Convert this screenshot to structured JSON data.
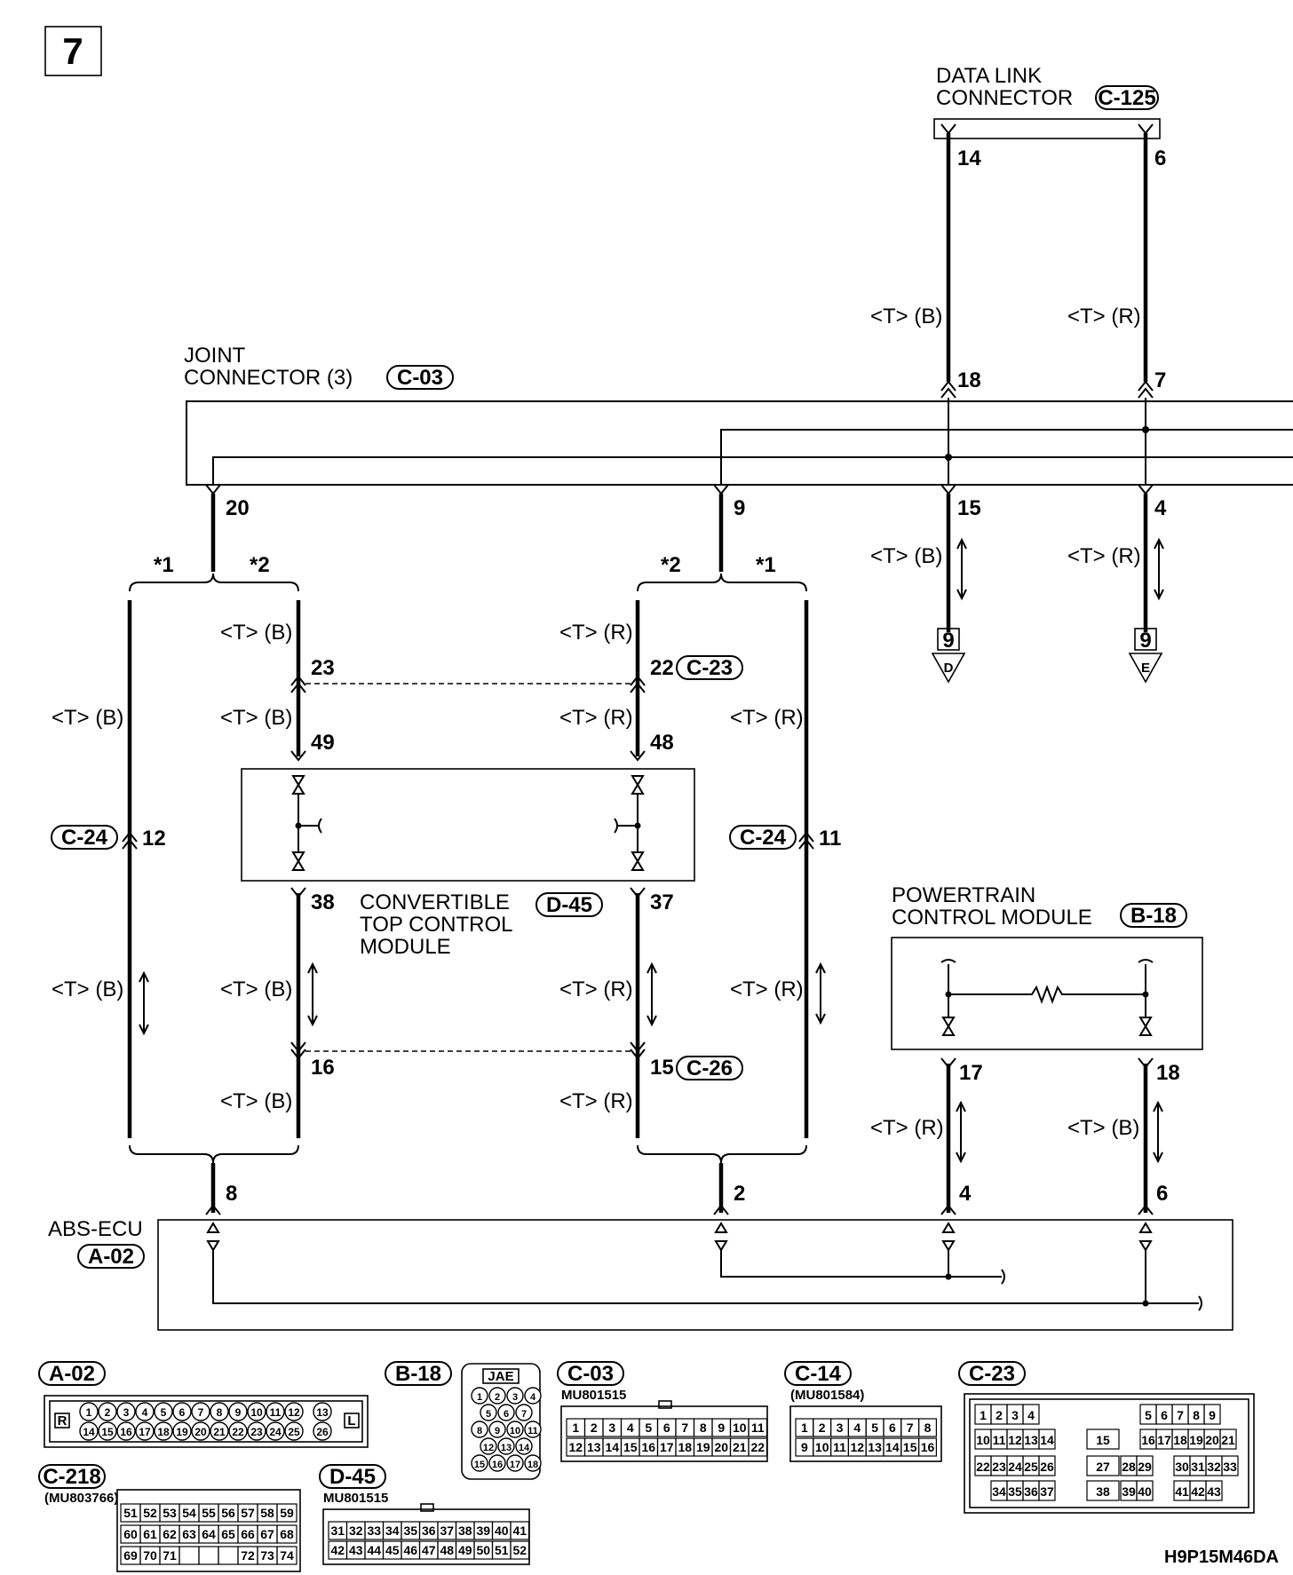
{
  "page_number": "7",
  "figure_code": "H9P15M46DA",
  "connectors": {
    "data_link": {
      "name_line1": "DATA LINK",
      "name_line2": "CONNECTOR",
      "code": "C-125"
    },
    "joint": {
      "name_line1": "JOINT",
      "name_line2": "CONNECTOR (3)",
      "code": "C-03"
    },
    "convertible": {
      "name_line1": "CONVERTIBLE",
      "name_line2": "TOP CONTROL",
      "name_line3": "MODULE",
      "code": "D-45"
    },
    "powertrain": {
      "name_line1": "POWERTRAIN",
      "name_line2": "CONTROL MODULE",
      "code": "B-18"
    },
    "abs": {
      "name": "ABS-ECU",
      "code": "A-02"
    },
    "c23": {
      "code": "C-23"
    },
    "c24": {
      "code": "C-24"
    },
    "c26": {
      "code": "C-26"
    }
  },
  "wire_labels": {
    "tb": "<T> (B)",
    "tr": "<T> (R)"
  },
  "notes": {
    "star1": "*1",
    "star2": "*2"
  },
  "pins": {
    "p14": "14",
    "p6": "6",
    "p18": "18",
    "p7": "7",
    "p20": "20",
    "p9": "9",
    "p15": "15",
    "p4": "4",
    "p23": "23",
    "p22": "22",
    "p49": "49",
    "p48": "48",
    "p12": "12",
    "p11": "11",
    "p38": "38",
    "p37": "37",
    "p16": "16",
    "p17": "17",
    "p8": "8",
    "p2": "2"
  },
  "continuations": {
    "d": {
      "page": "9",
      "letter": "D"
    },
    "e": {
      "page": "9",
      "letter": "E"
    }
  },
  "connector_faces": {
    "a02": {
      "code": "A-02",
      "row1": [
        "1",
        "2",
        "3",
        "4",
        "5",
        "6",
        "7",
        "8",
        "9",
        "10",
        "11",
        "12",
        "13"
      ],
      "row2": [
        "14",
        "15",
        "16",
        "17",
        "18",
        "19",
        "20",
        "21",
        "22",
        "23",
        "24",
        "25",
        "26"
      ],
      "left_mark": "R",
      "right_mark": "L"
    },
    "b18": {
      "code": "B-18",
      "maker": "JAE",
      "rows": [
        [
          "1",
          "2",
          "3",
          "4"
        ],
        [
          "5",
          "6",
          "7"
        ],
        [
          "8",
          "9",
          "10",
          "11"
        ],
        [
          "12",
          "13",
          "14"
        ],
        [
          "15",
          "16",
          "17",
          "18"
        ]
      ]
    },
    "c03": {
      "code": "C-03",
      "part": "MU801515",
      "row1": [
        "1",
        "2",
        "3",
        "4",
        "5",
        "6",
        "7",
        "8",
        "9",
        "10",
        "11"
      ],
      "row2": [
        "12",
        "13",
        "14",
        "15",
        "16",
        "17",
        "18",
        "19",
        "20",
        "21",
        "22"
      ]
    },
    "c14": {
      "code": "C-14",
      "part": "(MU801584)",
      "row1": [
        "1",
        "2",
        "3",
        "4",
        "5",
        "6",
        "7",
        "8"
      ],
      "row2": [
        "9",
        "10",
        "11",
        "12",
        "13",
        "14",
        "15",
        "16"
      ]
    },
    "c23": {
      "code": "C-23",
      "r1a": [
        "1",
        "2",
        "3",
        "4"
      ],
      "r1b": [
        "5",
        "6",
        "7",
        "8",
        "9"
      ],
      "r2a": [
        "10",
        "11",
        "12",
        "13",
        "14"
      ],
      "r2m": "15",
      "r2b": [
        "16",
        "17",
        "18",
        "19",
        "20",
        "21"
      ],
      "r3a": [
        "22",
        "23",
        "24",
        "25",
        "26"
      ],
      "r3m1": "27",
      "r3m2": [
        "28",
        "29"
      ],
      "r3b": [
        "30",
        "31",
        "32",
        "33"
      ],
      "r4a": [
        "34",
        "35",
        "36",
        "37"
      ],
      "r4m1": "38",
      "r4m2": [
        "39",
        "40"
      ],
      "r4b": [
        "41",
        "42",
        "43"
      ]
    },
    "c218": {
      "code": "C-218",
      "part": "(MU803766)",
      "row1": [
        "51",
        "52",
        "53",
        "54",
        "55",
        "56",
        "57",
        "58",
        "59"
      ],
      "row2": [
        "60",
        "61",
        "62",
        "63",
        "64",
        "65",
        "66",
        "67",
        "68"
      ],
      "row3": [
        "69",
        "70",
        "71",
        "",
        "",
        "",
        "72",
        "73",
        "74"
      ]
    },
    "d45": {
      "code": "D-45",
      "part": "MU801515",
      "row1": [
        "31",
        "32",
        "33",
        "34",
        "35",
        "36",
        "37",
        "38",
        "39",
        "40",
        "41"
      ],
      "row2": [
        "42",
        "43",
        "44",
        "45",
        "46",
        "47",
        "48",
        "49",
        "50",
        "51",
        "52"
      ]
    }
  }
}
